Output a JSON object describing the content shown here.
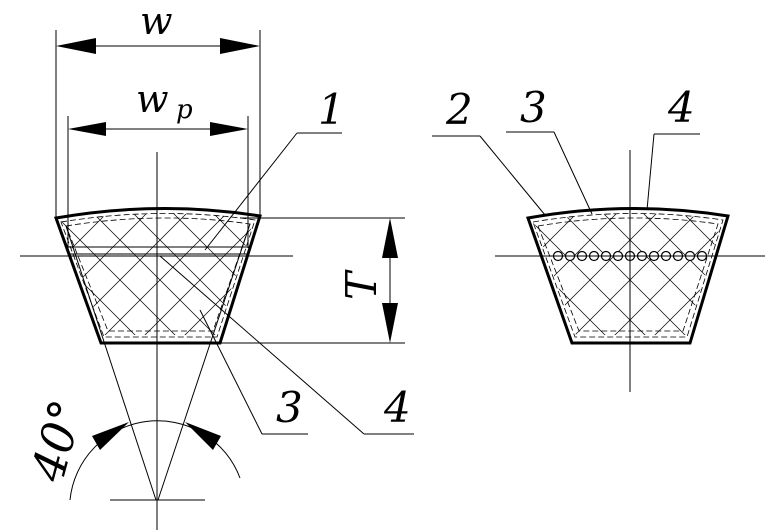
{
  "labels": {
    "width": "w",
    "pitch_width_main": "w",
    "pitch_width_sub": "p",
    "height": "T",
    "angle": "40°",
    "callouts": [
      "1",
      "2",
      "3",
      "4",
      "3",
      "4"
    ]
  },
  "colors": {
    "ink": "#000000",
    "background": "#ffffff"
  }
}
